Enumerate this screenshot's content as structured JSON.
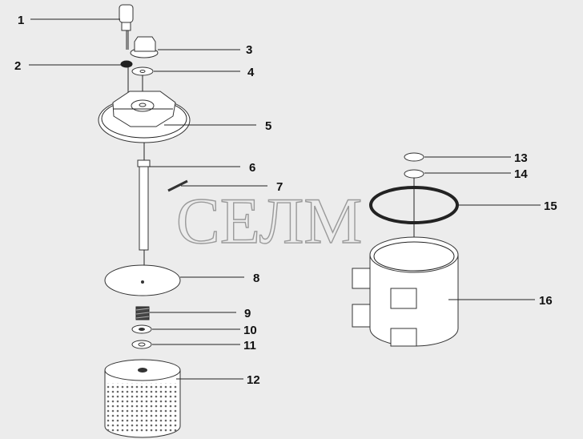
{
  "watermark": "СЕЛМ",
  "callouts": [
    "1",
    "2",
    "3",
    "4",
    "5",
    "6",
    "7",
    "8",
    "9",
    "10",
    "11",
    "12",
    "13",
    "14",
    "15",
    "16"
  ]
}
